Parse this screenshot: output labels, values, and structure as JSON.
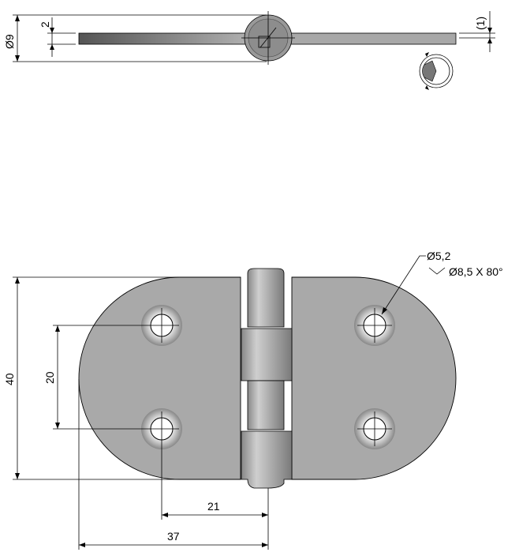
{
  "top_view": {
    "dia_label": "Ø9",
    "thickness_label": "2",
    "gap_label": "(1)",
    "rotation_icon": "rotation-view-icon"
  },
  "front_view": {
    "height_label": "40",
    "hole_spacing_v_label": "20",
    "hole_offset_label": "21",
    "half_width_label": "37",
    "hole_dia_label": "Ø5,2",
    "countersink_label": "Ø8,5 X 80°"
  },
  "colors": {
    "plate": "#a9a9a9",
    "outline": "#000000"
  }
}
